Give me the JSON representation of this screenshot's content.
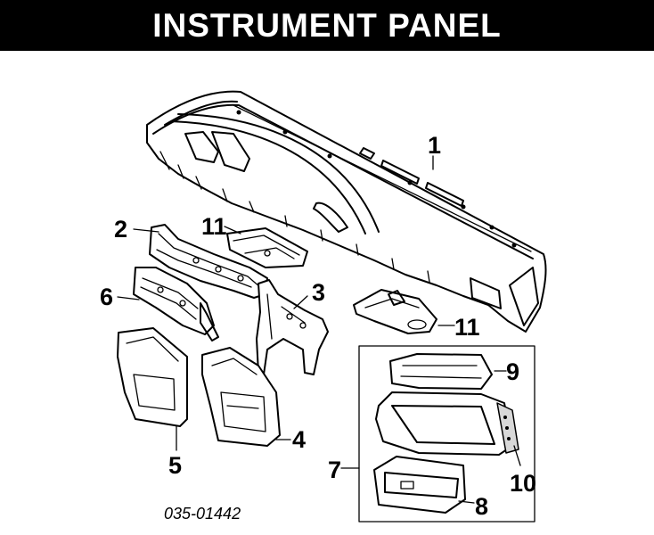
{
  "title": "INSTRUMENT PANEL",
  "callouts": {
    "c1": "1",
    "c2": "2",
    "c3": "3",
    "c4": "4",
    "c5": "5",
    "c6": "6",
    "c7": "7",
    "c8": "8",
    "c9": "9",
    "c10": "10",
    "c11a": "11",
    "c11b": "11"
  },
  "part_number": "035-01442",
  "colors": {
    "title_bg": "#000000",
    "title_text": "#ffffff",
    "line": "#000000"
  }
}
